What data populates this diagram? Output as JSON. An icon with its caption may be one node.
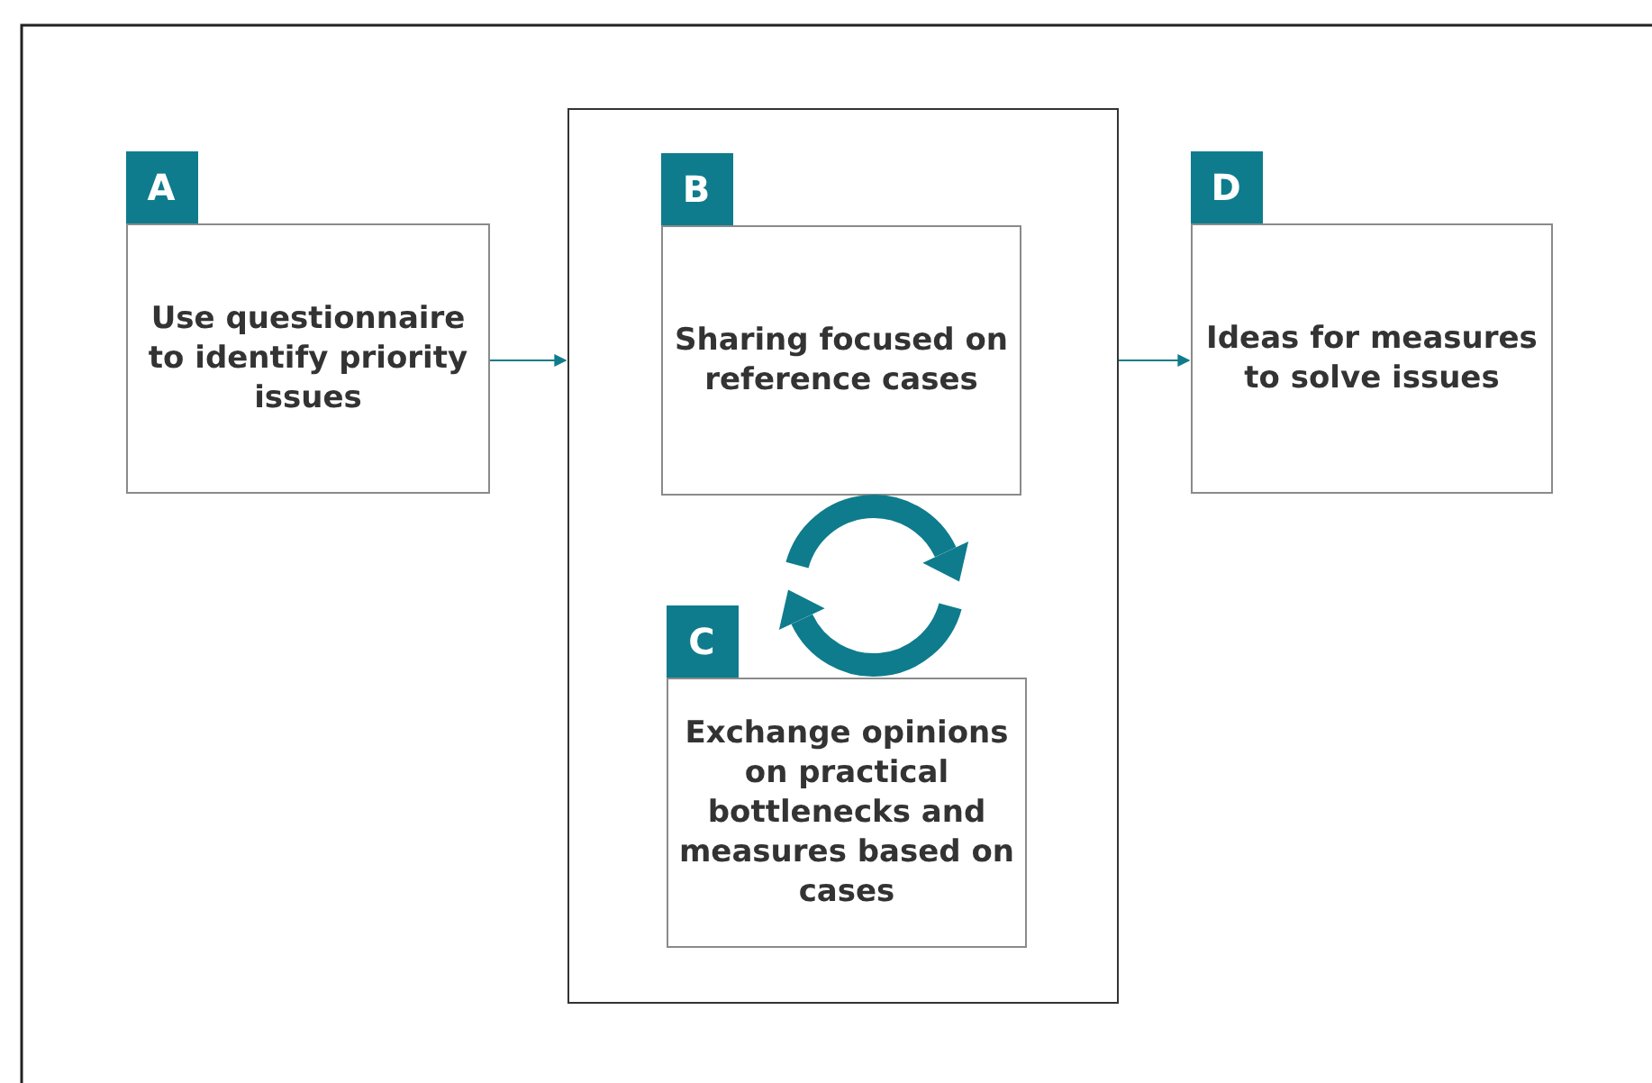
{
  "diagram": {
    "nodes": [
      {
        "text": [
          "A",
          "Use questionnaire to identify priority issues"
        ]
      },
      {
        "text": [],
        "shape": "box"
      },
      {
        "text": [
          "B",
          "Sharing focused on reference cases"
        ],
        "in": 1
      },
      {
        "text": [
          "C",
          "Exchange opinions on practical bottlenecks and measures based on cases"
        ],
        "in": 1
      },
      {
        "text": [
          "D",
          "Ideas for measures to solve issues"
        ]
      }
    ],
    "edges": [
      {
        "from": 0,
        "to": 1,
        "arrow": "to"
      },
      {
        "from": 1,
        "to": 4,
        "arrow": "to"
      }
    ]
  }
}
